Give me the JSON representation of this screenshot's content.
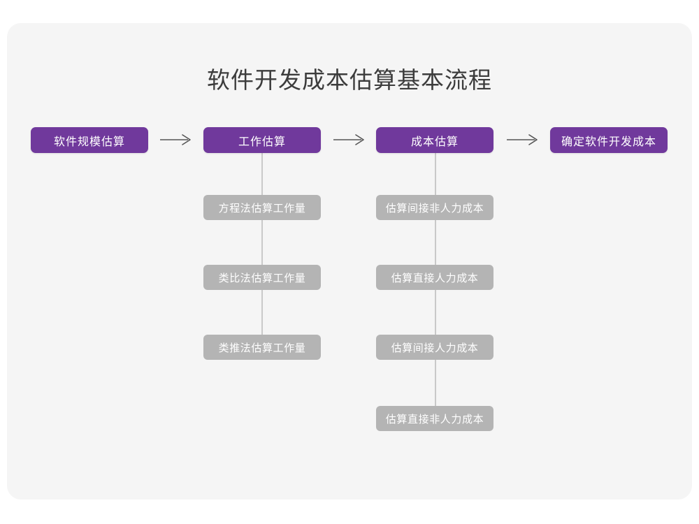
{
  "slide": {
    "title": "软件开发成本估算基本流程",
    "background_color": "#ffffff",
    "card_color": "#f5f5f5",
    "primary_color": "#70399c",
    "secondary_color": "#b4b4b4",
    "title_color": "#3c3c3c",
    "connector_color": "#c9c9c9",
    "arrow_color": "#555555"
  },
  "flow": {
    "stages": [
      {
        "label": "软件规模估算",
        "sub_items": []
      },
      {
        "label": "工作估算",
        "sub_items": [
          {
            "label": "方程法估算工作量"
          },
          {
            "label": "类比法估算工作量"
          },
          {
            "label": "类推法估算工作量"
          }
        ]
      },
      {
        "label": "成本估算",
        "sub_items": [
          {
            "label": "估算间接非人力成本"
          },
          {
            "label": "估算直接人力成本"
          },
          {
            "label": "估算间接人力成本"
          },
          {
            "label": "估算直接非人力成本"
          }
        ]
      },
      {
        "label": "确定软件开发成本",
        "sub_items": []
      }
    ],
    "connectors": [
      {
        "from": "软件规模估算",
        "to": "工作估算",
        "kind": "arrow-right"
      },
      {
        "from": "工作估算",
        "to": "成本估算",
        "kind": "arrow-right"
      },
      {
        "from": "成本估算",
        "to": "确定软件开发成本",
        "kind": "arrow-right"
      }
    ]
  }
}
